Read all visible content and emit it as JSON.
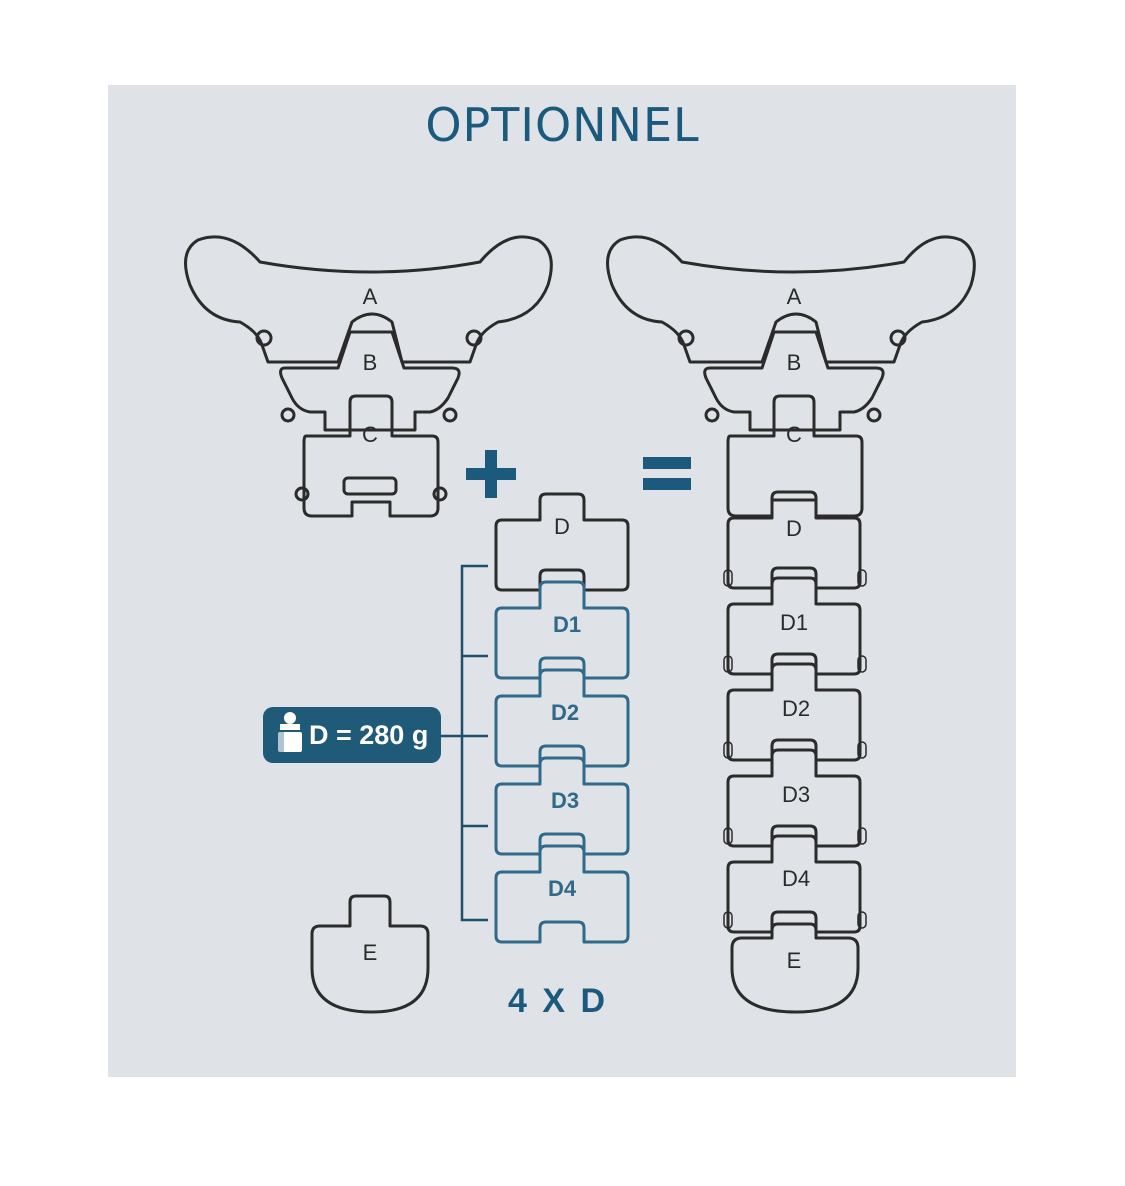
{
  "title": "OPTIONNEL",
  "left_assembly": {
    "labels": [
      "A",
      "B",
      "C"
    ]
  },
  "plus_symbol": "+",
  "equals_symbol": "=",
  "extension_set": {
    "top_label": "D",
    "blue_labels": [
      "D1",
      "D2",
      "D3",
      "D4"
    ],
    "count_label": "4 X D"
  },
  "weight_badge": {
    "text": "D = 280 g",
    "icon": "weight-icon"
  },
  "end_piece": {
    "label": "E"
  },
  "full_assembly": {
    "labels": [
      "A",
      "B",
      "C",
      "D",
      "D1",
      "D2",
      "D3",
      "D4",
      "E"
    ]
  },
  "colors": {
    "panel": "#dfe3e7",
    "accent": "#1c5a7d",
    "badge": "#1f5a78",
    "outline": "#2b2b2b"
  }
}
